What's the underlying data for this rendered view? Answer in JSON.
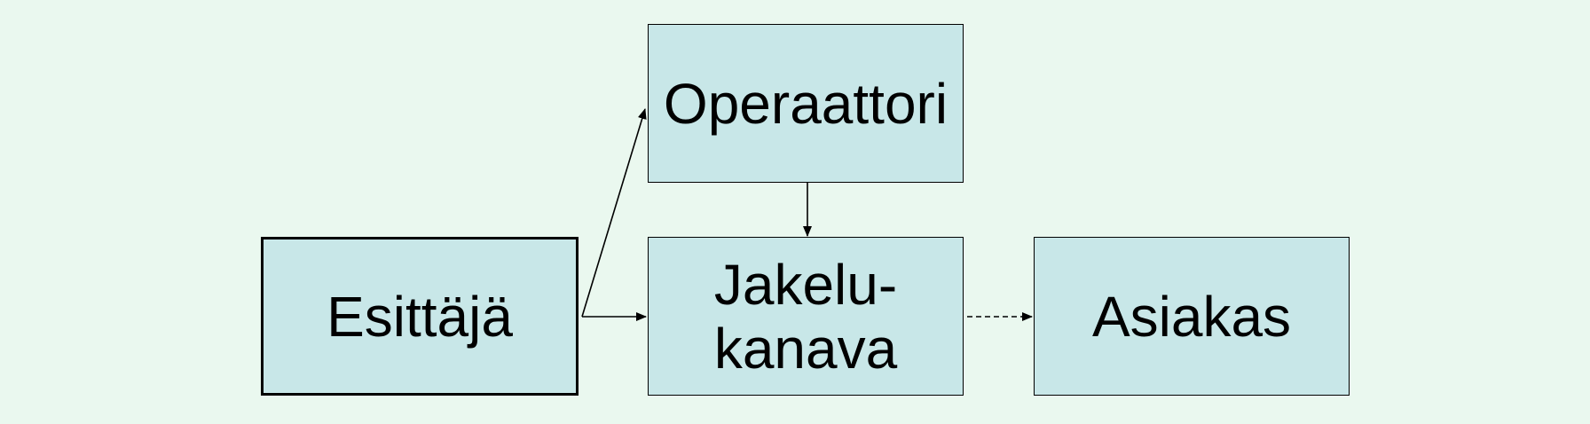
{
  "diagram": {
    "nodes": {
      "esittaja": {
        "label": "Esittäjä"
      },
      "operaattori": {
        "label": "Operaattori"
      },
      "jakelukanava": {
        "label": "Jakelu-\nkanava"
      },
      "asiakas": {
        "label": "Asiakas"
      }
    },
    "edges": [
      {
        "from": "esittaja",
        "to": "operaattori",
        "style": "solid"
      },
      {
        "from": "esittaja",
        "to": "jakelukanava",
        "style": "solid"
      },
      {
        "from": "operaattori",
        "to": "jakelukanava",
        "style": "solid"
      },
      {
        "from": "jakelukanava",
        "to": "asiakas",
        "style": "dashed"
      }
    ],
    "colors": {
      "background": "#EAF8EF",
      "node_fill": "#C8E7E8",
      "stroke": "#000000"
    }
  }
}
